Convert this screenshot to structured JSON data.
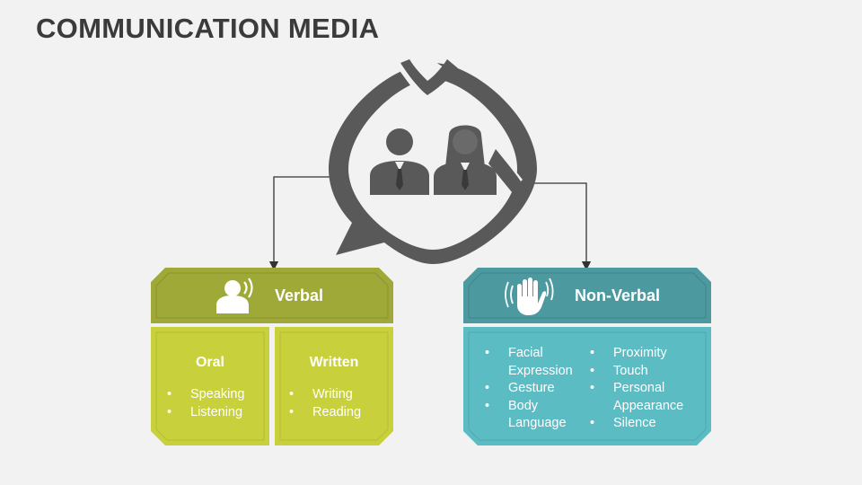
{
  "title": "COMMUNICATION MEDIA",
  "verbal": {
    "label": "Verbal",
    "oral": {
      "label": "Oral",
      "items": [
        "Speaking",
        "Listening"
      ]
    },
    "written": {
      "label": "Written",
      "items": [
        "Writing",
        "Reading"
      ]
    }
  },
  "nonverbal": {
    "label": "Non-Verbal",
    "col1": [
      "Facial Expression",
      "Gesture",
      "Body Language"
    ],
    "col2": [
      "Proximity",
      "Touch",
      "Personal Appearance",
      "Silence"
    ]
  },
  "colors": {
    "verbal_header": "#9fa938",
    "verbal_body": "#c8d13b",
    "nonverbal_header": "#4c9aa0",
    "nonverbal_body": "#5cbcc4",
    "icon_gray": "#595959"
  },
  "icons": {
    "center": "communication-bubble-people-icon",
    "verbal": "speaking-person-icon",
    "nonverbal": "raised-hand-icon"
  }
}
